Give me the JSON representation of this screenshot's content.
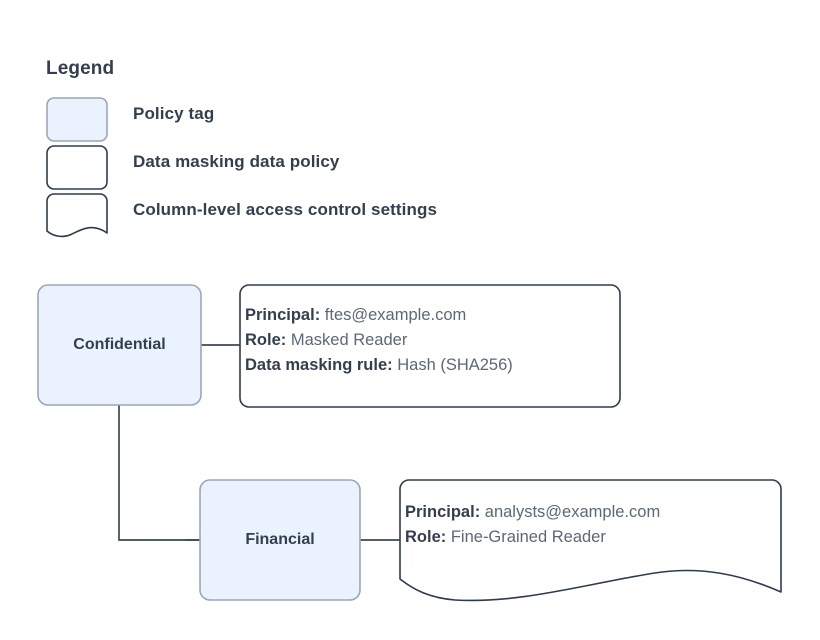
{
  "diagram": {
    "type": "flowchart",
    "title_text": "Legend",
    "legend": {
      "heading": "Legend",
      "items": [
        {
          "label": "Policy tag",
          "shape": "rounded-rect",
          "fill": "#eaf2fd",
          "stroke": "#9aa6b8"
        },
        {
          "label": "Data masking data policy",
          "shape": "rounded-rect",
          "fill": "#ffffff",
          "stroke": "#2e3b4e"
        },
        {
          "label": "Column-level access control settings",
          "shape": "wavy-bottom-rect",
          "fill": "#ffffff",
          "stroke": "#2e3b4e"
        }
      ]
    },
    "nodes": [
      {
        "id": "confidential",
        "label": "Confidential",
        "shape": "rounded-rect",
        "fill": "#eaf2fd",
        "stroke": "#9aa6b8"
      },
      {
        "id": "financial",
        "label": "Financial",
        "shape": "rounded-rect",
        "fill": "#eaf2fd",
        "stroke": "#9aa6b8"
      }
    ],
    "detail_boxes": [
      {
        "id": "confidential-policy",
        "shape": "rounded-rect",
        "stroke": "#2e3b4e",
        "rows": [
          {
            "key": "Principal:",
            "value": "ftes@example.com"
          },
          {
            "key": "Role:",
            "value": "Masked Reader"
          },
          {
            "key": "Data masking rule:",
            "value": "Hash (SHA256)"
          }
        ]
      },
      {
        "id": "financial-access",
        "shape": "wavy-bottom-rect",
        "stroke": "#2e3b4e",
        "rows": [
          {
            "key": "Principal:",
            "value": "analysts@example.com"
          },
          {
            "key": "Role:",
            "value": "Fine-Grained Reader"
          }
        ]
      }
    ],
    "edges": [
      {
        "from": "confidential",
        "to": "confidential-policy",
        "style": "straight"
      },
      {
        "from": "confidential",
        "to": "financial",
        "style": "elbow"
      },
      {
        "from": "financial",
        "to": "financial-access",
        "style": "straight"
      }
    ],
    "colors": {
      "tag_fill": "#eaf2fd",
      "tag_stroke": "#9aa6b8",
      "box_stroke": "#2e3b4e",
      "edge_stroke": "#3b4758",
      "text_dark": "#333f50",
      "text_muted": "#5b6876",
      "background": "#ffffff"
    }
  }
}
